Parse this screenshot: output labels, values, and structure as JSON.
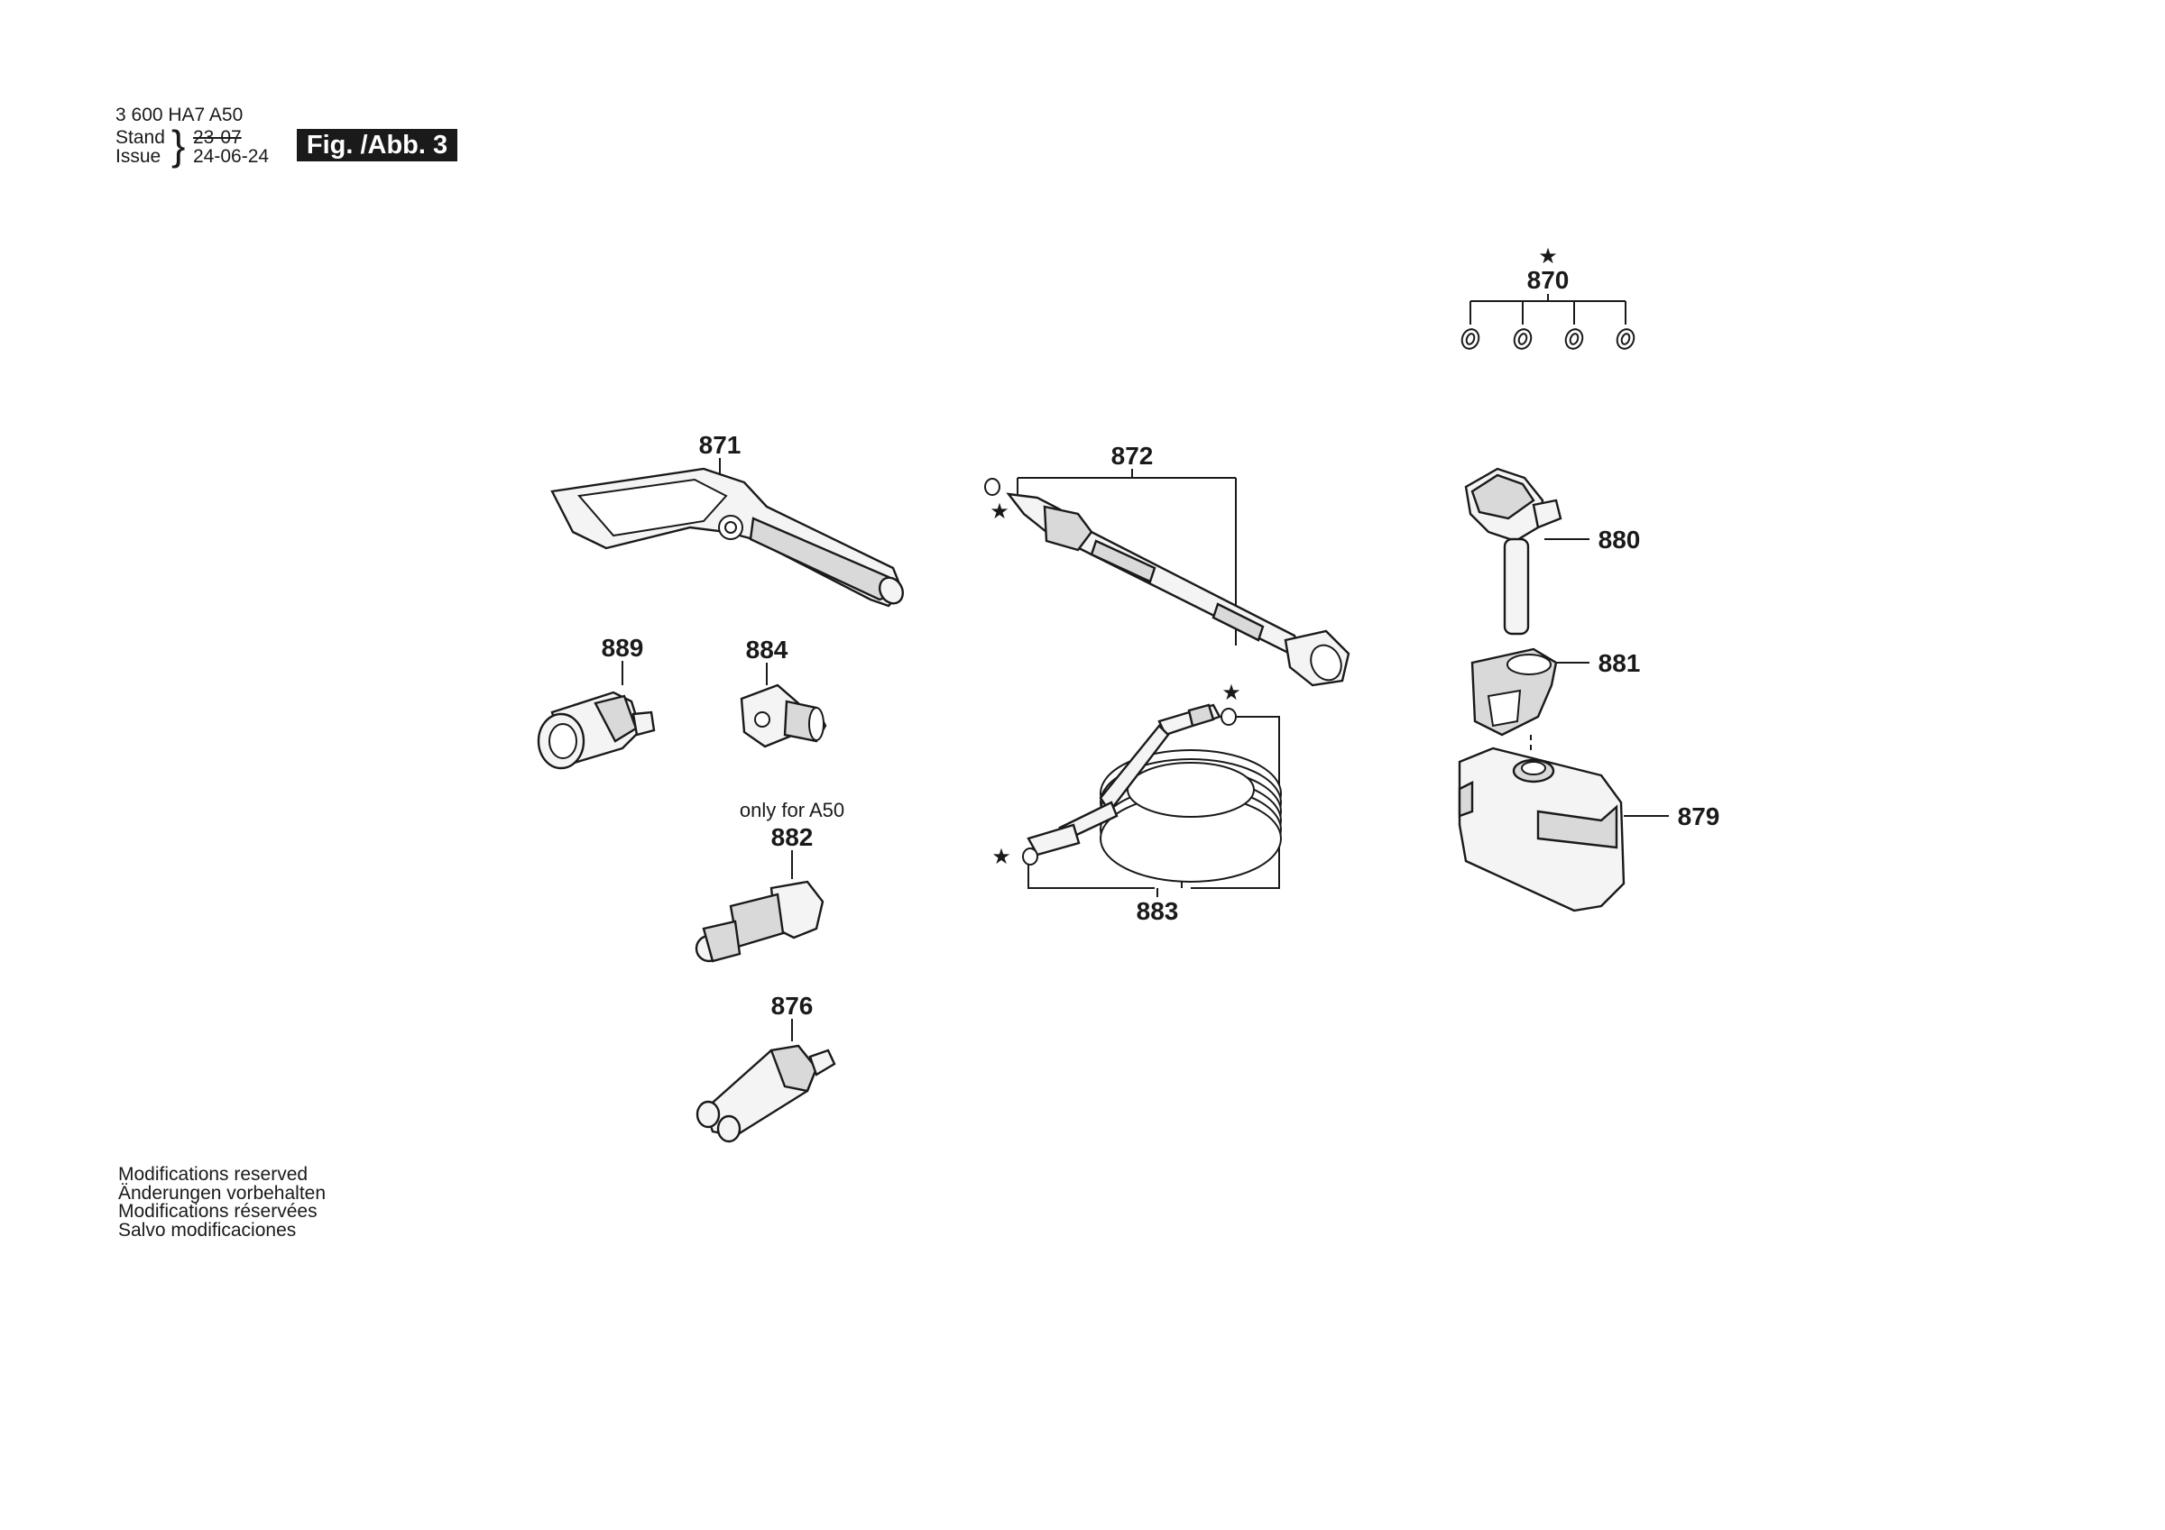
{
  "header": {
    "doc_code": "3 600 HA7 A50",
    "stand_label": "Stand",
    "issue_label": "Issue",
    "stand_date": "23-07",
    "issue_date": "24-06-24",
    "figure_label": "Fig. /Abb. 3"
  },
  "parts": {
    "p870": "870",
    "p871": "871",
    "p872": "872",
    "p880": "880",
    "p881": "881",
    "p879": "879",
    "p889": "889",
    "p884": "884",
    "p882": "882",
    "p882_note": "only for A50",
    "p883": "883",
    "p876": "876"
  },
  "symbols": {
    "star": "★"
  },
  "footer": {
    "lines": [
      "Modifications reserved",
      "Änderungen vorbehalten",
      "Modifications réservées",
      "Salvo modificaciones"
    ]
  }
}
